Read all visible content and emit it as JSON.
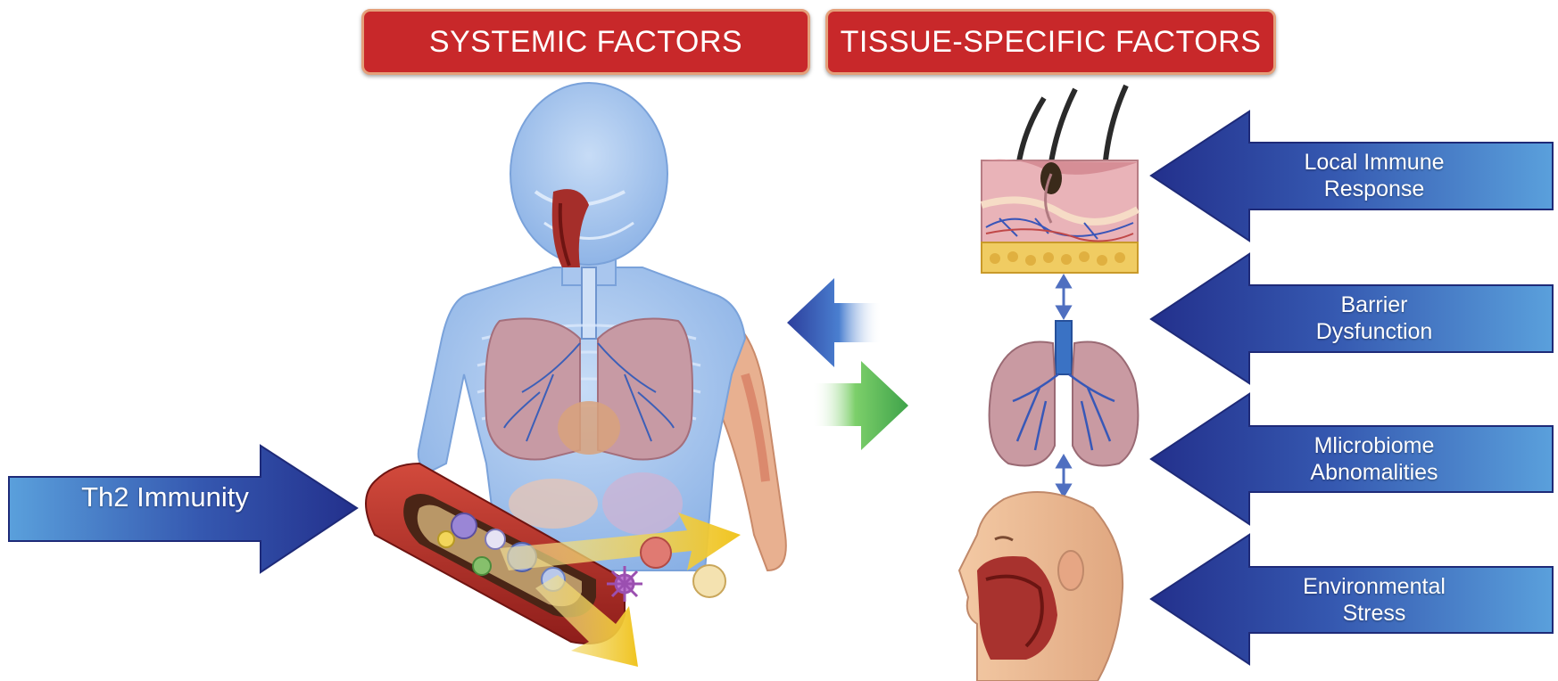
{
  "headers": {
    "systemic": "SYSTEMIC FACTORS",
    "tissue_specific": "TISSUE-SPECIFIC FACTORS"
  },
  "left_arrow": {
    "label": "Th2 Immunity"
  },
  "right_arrows": [
    {
      "line1": "Local Immune",
      "line2": "Response"
    },
    {
      "line1": "Barrier",
      "line2": "Dysfunction"
    },
    {
      "line1": "Mlicrobiome",
      "line2": "Abnomalities"
    },
    {
      "line1": "Environmental",
      "line2": "Stress"
    }
  ],
  "colors": {
    "header_red": "#c8282a",
    "arrow_blue": "#2c3e9c",
    "arrow_blue_light": "#4a86d0",
    "arrow_green": "#4caf50",
    "body_blue": "#a9c8ee",
    "lung_pink": "#c9909a",
    "vessel_red": "#b02a26"
  }
}
